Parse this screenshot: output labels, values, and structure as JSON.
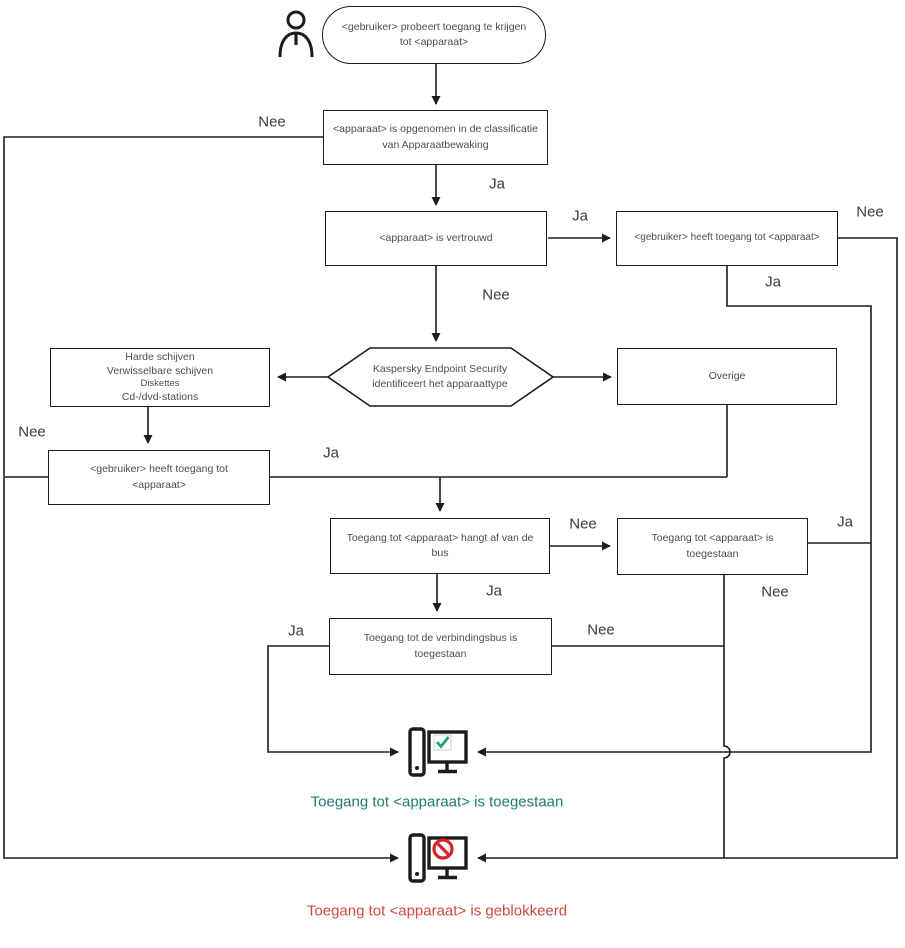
{
  "flowchart": {
    "start": "<gebruiker> probeert toegang te krijgen tot <apparaat>",
    "nodes": {
      "classification": "<apparaat> is opgenomen in de classificatie van Apparaatbewaking",
      "trusted": "<apparaat> is vertrouwd",
      "user_access_right": "<gebruiker> heeft toegang tot <apparaat>",
      "identify": "Kaspersky Endpoint Security identificeert het apparaattype",
      "drives": {
        "line1": "Harde schijven",
        "line2": "Verwisselbare schijven",
        "line3": "Diskettes",
        "line4": "Cd-/dvd-stations"
      },
      "other": "Overige",
      "user_access_left": "<gebruiker> heeft toegang tot <apparaat>",
      "bus_dependent": "Toegang tot <apparaat> hangt af van de bus",
      "access_allowed_box": "Toegang tot <apparaat> is toegestaan",
      "bus_allowed": "Toegang tot de verbindingsbus is toegestaan"
    },
    "labels": {
      "yes": "Ja",
      "no": "Nee"
    },
    "outcomes": {
      "allowed": "Toegang tot <apparaat> is toegestaan",
      "blocked": "Toegang tot <apparaat> is geblokkeerd"
    },
    "colors": {
      "line": "#1c1c1c",
      "allowed_text": "#1e7d6e",
      "blocked_text": "#ce4a42",
      "check": "#1fa37c",
      "block_sign": "#d8232a"
    },
    "icons": {
      "user": "user-icon",
      "allowed": "computer-allowed-icon",
      "blocked": "computer-blocked-icon"
    }
  }
}
